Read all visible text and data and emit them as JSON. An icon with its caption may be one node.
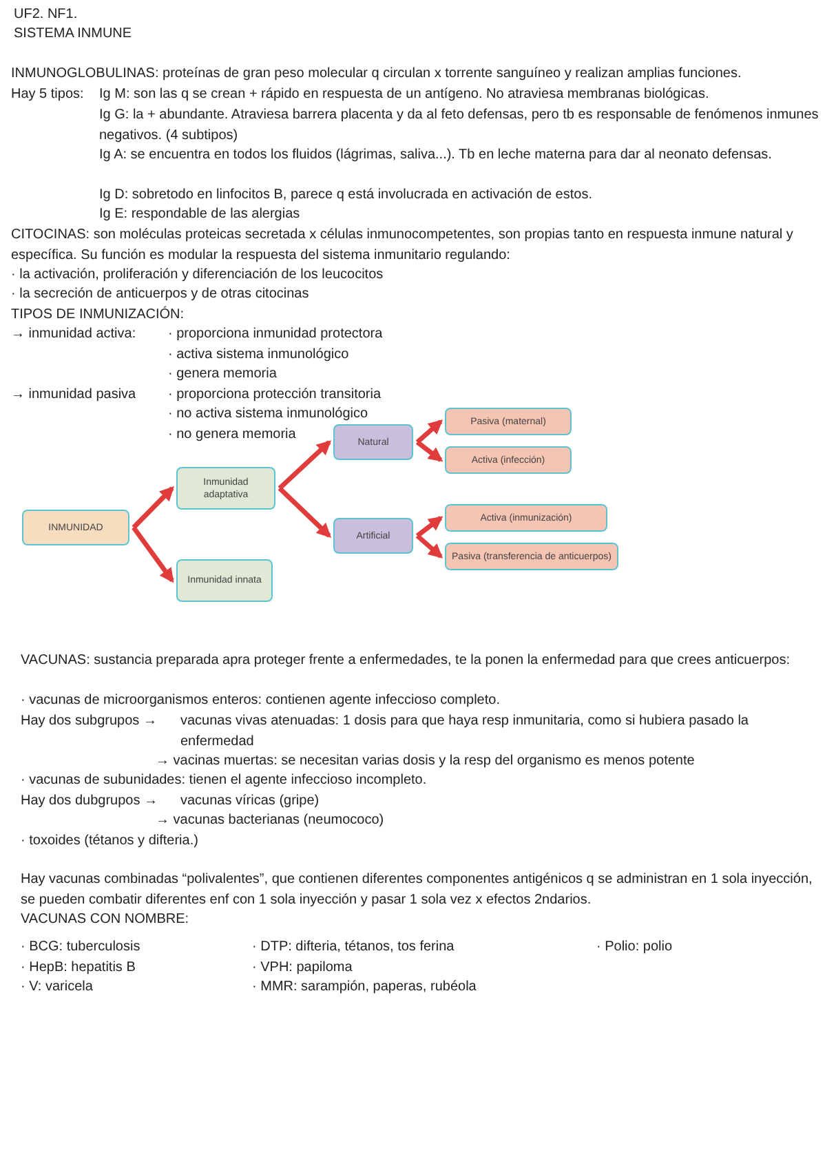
{
  "diagram": {
    "nodes": [
      {
        "text": [
          "INMUNIDAD"
        ]
      },
      {
        "text": [
          "Inmunidad adaptativa"
        ]
      },
      {
        "text": [
          "Inmunidad innata"
        ]
      },
      {
        "text": [
          "Natural"
        ]
      },
      {
        "text": [
          "Artificial"
        ]
      },
      {
        "text": [
          "Pasiva (maternal)"
        ]
      },
      {
        "text": [
          "Activa (infección)"
        ]
      },
      {
        "text": [
          "Activa (inmunización)"
        ]
      },
      {
        "text": [
          "Pasiva (transferencia de anticuerpos)"
        ]
      }
    ],
    "edges": [
      {
        "from": 0,
        "to": 1,
        "arrow": "to"
      },
      {
        "from": 0,
        "to": 2,
        "arrow": "to"
      },
      {
        "from": 1,
        "to": 3,
        "arrow": "to"
      },
      {
        "from": 1,
        "to": 4,
        "arrow": "to"
      },
      {
        "from": 3,
        "to": 5,
        "arrow": "to"
      },
      {
        "from": 3,
        "to": 6,
        "arrow": "to"
      },
      {
        "from": 4,
        "to": 7,
        "arrow": "to"
      },
      {
        "from": 4,
        "to": 8,
        "arrow": "to"
      }
    ],
    "labels": [
      "UF2. NF1.",
      "SISTEMA INMUNE",
      "INMUNOGLOBULINAS: proteínas de gran peso molecular q circulan x torrente sanguíneo y realizan amplias funciones.",
      "Hay 5 tipos:",
      "Ig M: son las q se crean + rápido en respuesta de un antígeno. No atraviesa membranas biológicas.",
      "Ig G: la + abundante. Atraviesa barrera placenta y da al feto defensas, pero tb es responsable de fenómenos inmunes negativos. (4 subtipos)",
      "Ig A: se encuentra en todos los fluidos (lágrimas, saliva...). Tb en leche materna para dar al neonato defensas.",
      "Ig D: sobretodo en linfocitos B, parece q está involucrada en activación de estos.",
      "Ig E: respondable de las alergias",
      "CITOCINAS: son moléculas proteicas secretada x células inmunocompetentes, son propias tanto en respuesta inmune natural y específica. Su función es modular la respuesta del sistema inmunitario regulando:",
      "· la activación, proliferación y diferenciación de los leucocitos",
      "· la secreción de anticuerpos y de otras citocinas",
      "TIPOS DE INMUNIZACIÓN:",
      "→ inmunidad activa:",
      "· proporciona inmunidad protectora",
      "· activa sistema inmunológico",
      "· genera memoria",
      "→ inmunidad pasiva",
      "· proporciona protección transitoria",
      "· no activa sistema inmunológico",
      "· no genera memoria",
      "VACUNAS: sustancia preparada apra proteger frente a enfermedades, te la ponen la enfermedad para que crees anticuerpos:",
      "· vacunas de microorganismos enteros: contienen agente infeccioso completo.",
      "Hay dos subgrupos →",
      "vacunas vivas atenuadas: 1 dosis para que haya resp inmunitaria, como si hubiera pasado la enfermedad",
      "→ vacinas muertas: se necesitan varias dosis y la resp del organismo es menos potente",
      "· vacunas de subunidades: tienen el agente infeccioso incompleto.",
      "Hay dos dubgrupos →",
      "vacunas víricas (gripe)",
      "→ vacunas bacterianas (neumococo)",
      "· toxoides (tétanos y difteria.)",
      "Hay vacunas combinadas “polivalentes”, que contienen diferentes componentes antigénicos q se administran en 1 sola inyección, se pueden combatir diferentes enf con 1 sola inyección y pasar 1 sola vez x efectos 2ndarios.",
      "VACUNAS CON NOMBRE:",
      "· BCG: tuberculosis",
      "· DTP: difteria, tétanos, tos ferina",
      "· Polio: polio",
      "· HepB: hepatitis B",
      "· VPH: papiloma",
      "· V: varicela",
      "· MMR: sarampión, paperas, rubéola"
    ]
  }
}
